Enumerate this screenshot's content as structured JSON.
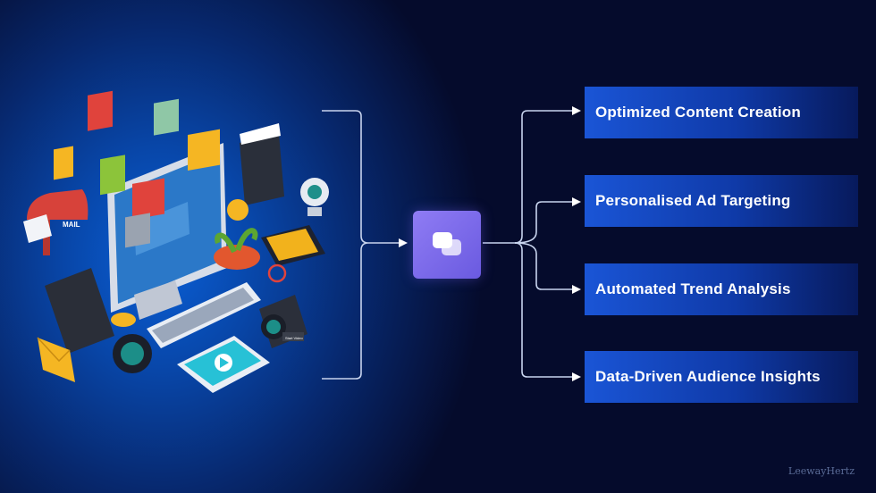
{
  "outputs": [
    {
      "label": "Optimized Content Creation"
    },
    {
      "label": "Personalised Ad Targeting"
    },
    {
      "label": "Automated Trend Analysis"
    },
    {
      "label": "Data-Driven Audience Insights"
    }
  ],
  "illustration": {
    "mailbox_label": "MAIL",
    "camera_sticker": "Start Video"
  },
  "hub": {
    "icon": "chat-bubbles-icon"
  },
  "brand": "LeewayHertz",
  "colors": {
    "background": "#050b2c",
    "glow": "#0a5fd6",
    "hub": "#7b68ee",
    "box": "#1a55d6"
  }
}
